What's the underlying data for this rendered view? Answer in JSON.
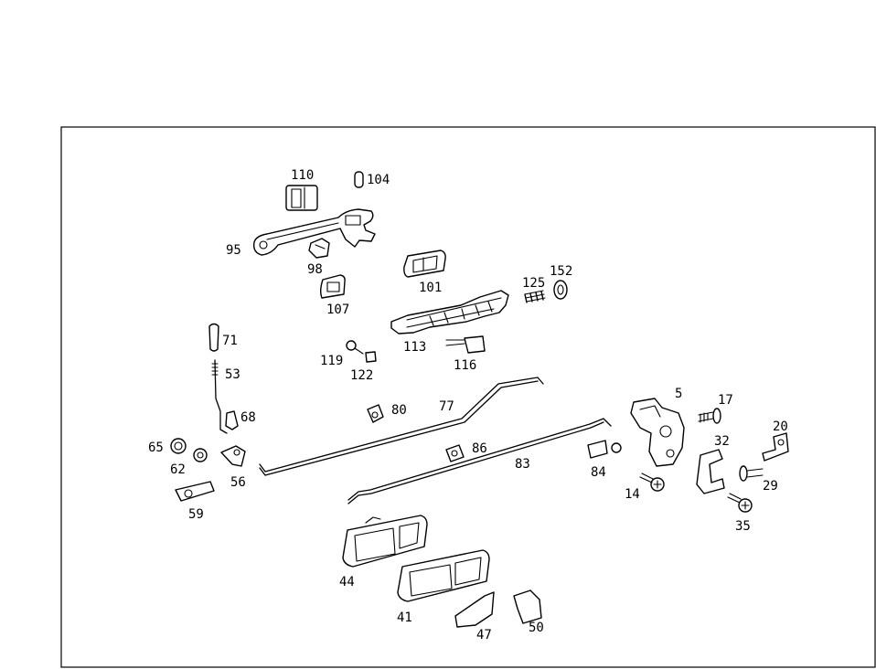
{
  "diagram": {
    "callouts": [
      {
        "id": "110",
        "text": "110"
      },
      {
        "id": "104",
        "text": "104"
      },
      {
        "id": "95",
        "text": "95"
      },
      {
        "id": "98",
        "text": "98"
      },
      {
        "id": "107",
        "text": "107"
      },
      {
        "id": "101",
        "text": "101"
      },
      {
        "id": "125",
        "text": "125"
      },
      {
        "id": "152",
        "text": "152"
      },
      {
        "id": "113",
        "text": "113"
      },
      {
        "id": "116",
        "text": "116"
      },
      {
        "id": "71",
        "text": "71"
      },
      {
        "id": "53",
        "text": "53"
      },
      {
        "id": "119",
        "text": "119"
      },
      {
        "id": "122",
        "text": "122"
      },
      {
        "id": "68",
        "text": "68"
      },
      {
        "id": "80",
        "text": "80"
      },
      {
        "id": "77",
        "text": "77"
      },
      {
        "id": "5",
        "text": "5"
      },
      {
        "id": "17",
        "text": "17"
      },
      {
        "id": "65",
        "text": "65"
      },
      {
        "id": "62",
        "text": "62"
      },
      {
        "id": "56",
        "text": "56"
      },
      {
        "id": "86",
        "text": "86"
      },
      {
        "id": "83",
        "text": "83"
      },
      {
        "id": "84",
        "text": "84"
      },
      {
        "id": "20",
        "text": "20"
      },
      {
        "id": "32",
        "text": "32"
      },
      {
        "id": "29",
        "text": "29"
      },
      {
        "id": "14",
        "text": "14"
      },
      {
        "id": "35",
        "text": "35"
      },
      {
        "id": "59",
        "text": "59"
      },
      {
        "id": "44",
        "text": "44"
      },
      {
        "id": "41",
        "text": "41"
      },
      {
        "id": "47",
        "text": "47"
      },
      {
        "id": "50",
        "text": "50"
      }
    ]
  }
}
